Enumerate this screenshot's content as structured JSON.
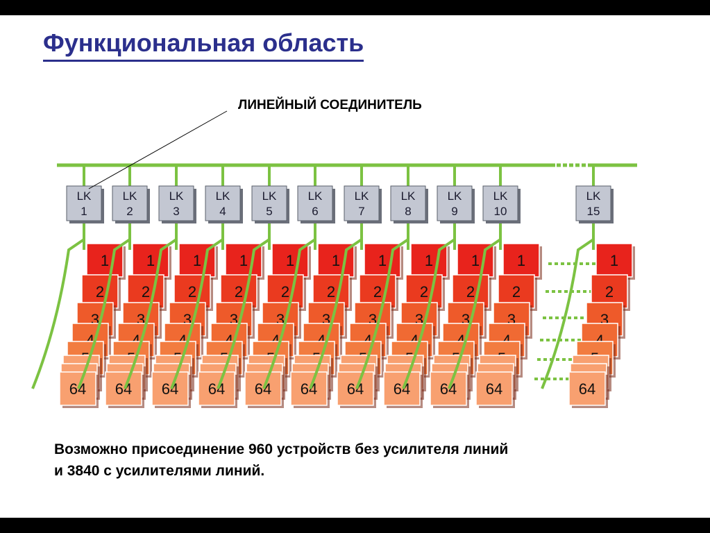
{
  "title": "Функциональная область",
  "callout_label": "ЛИНЕЙНЫЙ СОЕДИНИТЕЛЬ",
  "line_couplers": [
    {
      "code": "LK",
      "number": "1"
    },
    {
      "code": "LK",
      "number": "2"
    },
    {
      "code": "LK",
      "number": "3"
    },
    {
      "code": "LK",
      "number": "4"
    },
    {
      "code": "LK",
      "number": "5"
    },
    {
      "code": "LK",
      "number": "6"
    },
    {
      "code": "LK",
      "number": "7"
    },
    {
      "code": "LK",
      "number": "8"
    },
    {
      "code": "LK",
      "number": "9"
    },
    {
      "code": "LK",
      "number": "10"
    },
    {
      "code": "LK",
      "number": "15"
    }
  ],
  "device_labels": [
    "1",
    "2",
    "3",
    "4",
    "5",
    "",
    "",
    "64"
  ],
  "caption": {
    "line1": "Возможно присоединение 960 устройств без усилителя линий",
    "line2": "и 3840 с усилителями линий."
  },
  "colors": {
    "title": "#2b2f8c",
    "bus_line": "#7cc242",
    "coupler_fill": "#c3c7d2",
    "device_row1": "#e8231c",
    "device_row2": "#ea3a1f",
    "device_row3": "#ee5a2a",
    "device_row4": "#f06a33",
    "device_row5": "#f27c40",
    "device_row_last": "#f8a070",
    "bars": "#000000"
  }
}
